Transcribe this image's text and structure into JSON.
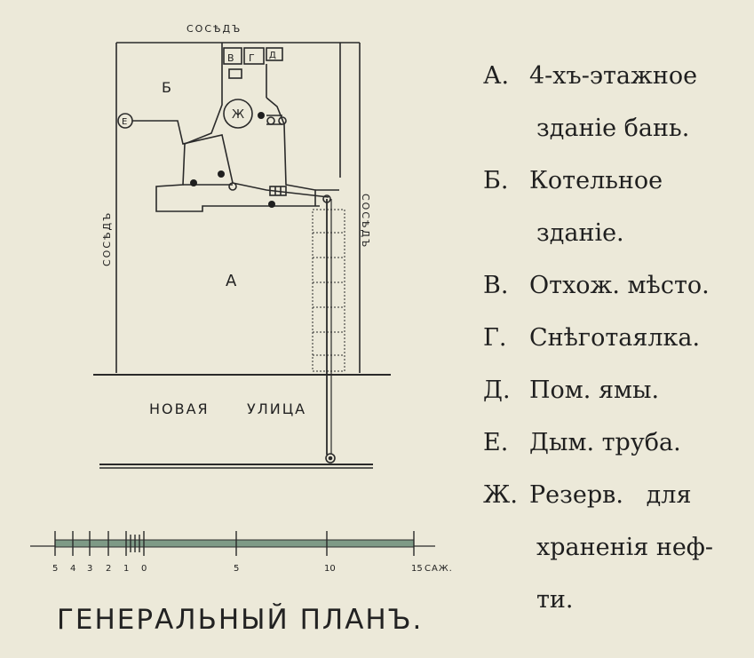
{
  "plan": {
    "neighbor_top": "СОСѢДЪ",
    "neighbor_left": "СОСѢДЪ",
    "neighbor_right": "СОСѢДЪ",
    "room_b": "Б",
    "room_a": "А",
    "room_v": "В",
    "room_g": "Г",
    "room_d": "Д",
    "room_e": "Е",
    "room_zh": "Ж",
    "street_word1": "НОВАЯ",
    "street_word2": "УЛИЦА"
  },
  "scale_bar": {
    "ticks": [
      "5",
      "4",
      "3",
      "2",
      "1",
      "0",
      "5",
      "10",
      "15"
    ],
    "unit": "САЖ."
  },
  "legend": [
    {
      "letter": "А.",
      "text": "4-хъ-этажное"
    },
    {
      "letter": "",
      "text": "зданіе бань."
    },
    {
      "letter": "Б.",
      "text": "Котельное"
    },
    {
      "letter": "",
      "text": "зданіе."
    },
    {
      "letter": "В.",
      "text": "Отхож. мѣсто."
    },
    {
      "letter": "Г.",
      "text": "Снѣготаялка."
    },
    {
      "letter": "Д.",
      "text": "Пом. ямы."
    },
    {
      "letter": "Е.",
      "text": "Дым. труба."
    },
    {
      "letter": "Ж.",
      "text": "Резерв.   для"
    },
    {
      "letter": "",
      "text": "храненія неф-"
    },
    {
      "letter": "",
      "text": "ти."
    }
  ],
  "title": "ГЕНЕРАЛЬНЫЙ ПЛАНЪ."
}
